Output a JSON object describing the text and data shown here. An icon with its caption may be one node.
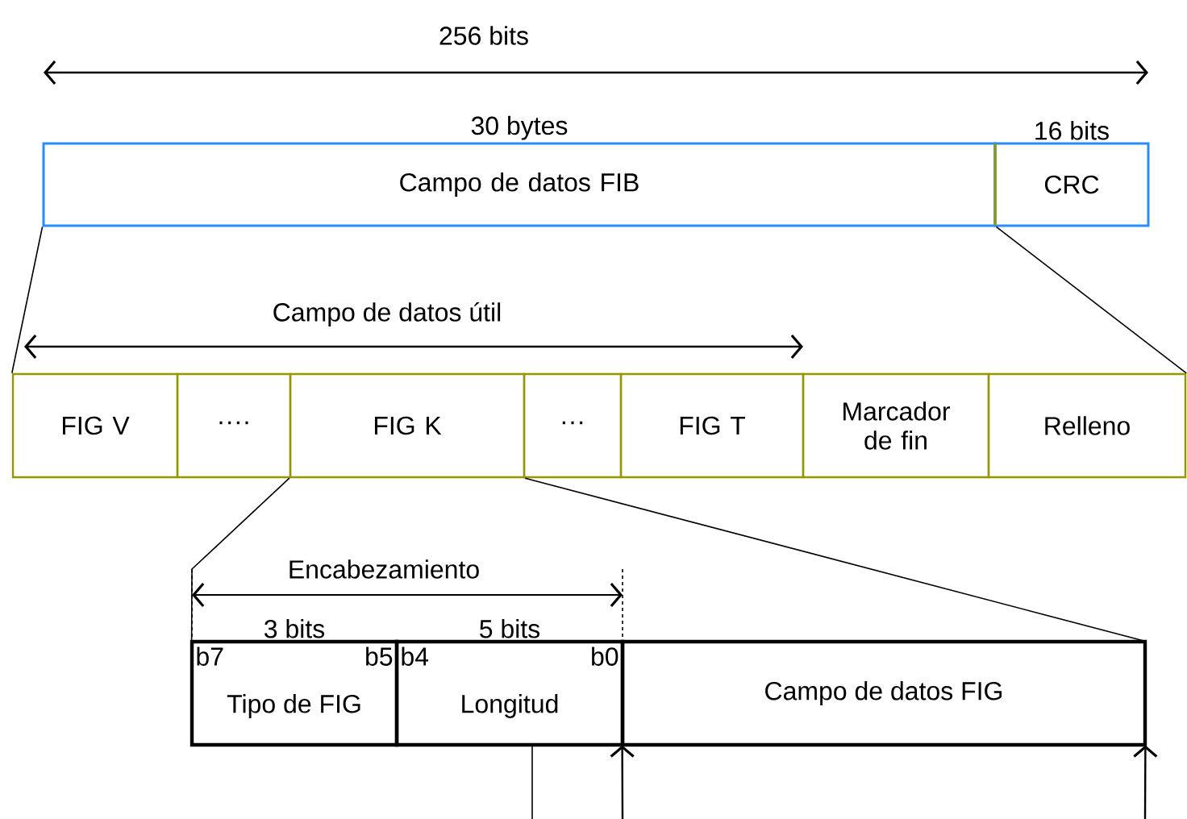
{
  "diagram": {
    "nodes": [
      {
        "text": [
          "Campo de datos FIB"
        ],
        "beside": [
          "30 bytes"
        ]
      },
      {
        "text": [
          "CRC"
        ],
        "beside": [
          "16 bits"
        ]
      },
      {
        "text": [
          "FIG V"
        ]
      },
      {
        "text": [
          "····"
        ]
      },
      {
        "text": [
          "FIG K"
        ]
      },
      {
        "text": [
          "···"
        ]
      },
      {
        "text": [
          "FIG T"
        ]
      },
      {
        "text": [
          "Marcador de fin"
        ]
      },
      {
        "text": [
          "Relleno"
        ]
      },
      {
        "text": [
          "b7",
          "b5",
          "Tipo de FIG"
        ],
        "beside": [
          "3 bits"
        ]
      },
      {
        "text": [
          "b4",
          "b0",
          "Longitud"
        ],
        "beside": [
          "5 bits"
        ]
      },
      {
        "text": [
          "Campo de datos FIG"
        ]
      }
    ],
    "edges": [
      {
        "from": 0,
        "to": 2,
        "arrow": "none"
      },
      {
        "from": 0,
        "to": 8,
        "arrow": "none"
      },
      {
        "from": 4,
        "to": 9,
        "arrow": "none"
      },
      {
        "from": 4,
        "to": 11,
        "arrow": "none"
      },
      {
        "from": 10,
        "to": null,
        "arrow": "none"
      },
      {
        "from": null,
        "to": 11,
        "arrow": "to"
      },
      {
        "from": null,
        "to": 11,
        "arrow": "to"
      }
    ],
    "labels": [
      "256 bits",
      "Campo de datos útil",
      "Encabezamiento"
    ]
  }
}
